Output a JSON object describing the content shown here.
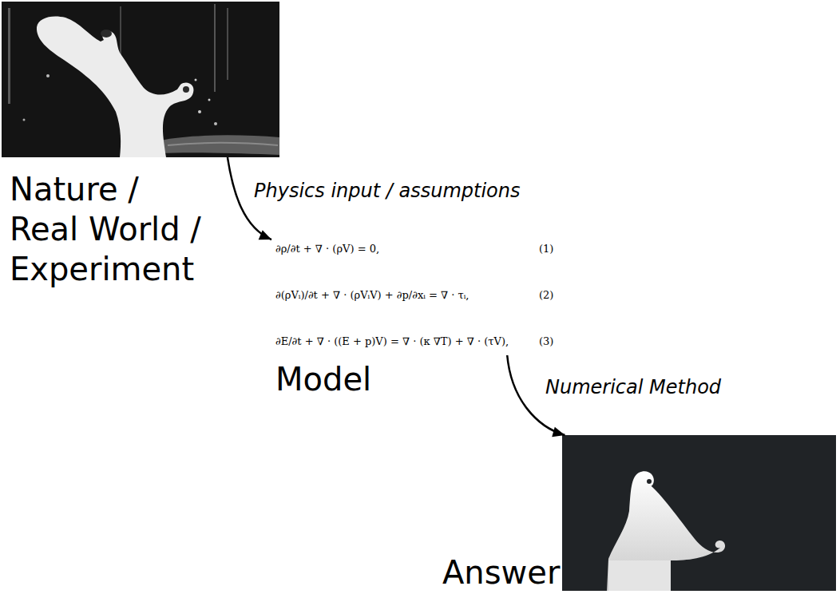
{
  "diagram": {
    "nodes": [
      {
        "text": [
          "Nature / Real World / Experiment"
        ]
      },
      {
        "text": [
          "∂ρ/∂t + ∇ · (ρV) = 0,",
          "(1)",
          "∂(ρVᵢ)/∂t + ∇ · (ρVᵢV) + ∂p/∂xᵢ = ∇ · τᵢ,",
          "(2)",
          "∂E/∂t + ∇ · ((E + p)V) = ∇ · (κ ∇T) + ∇ · (τV),",
          "(3)",
          "Model"
        ]
      },
      {
        "text": [
          "Answer"
        ]
      }
    ],
    "edges": [
      {
        "from": 0,
        "to": 1,
        "arrow": "to",
        "label": "Physics input / assumptions"
      },
      {
        "from": 1,
        "to": 2,
        "arrow": "to",
        "label": "Numerical Method"
      }
    ]
  }
}
